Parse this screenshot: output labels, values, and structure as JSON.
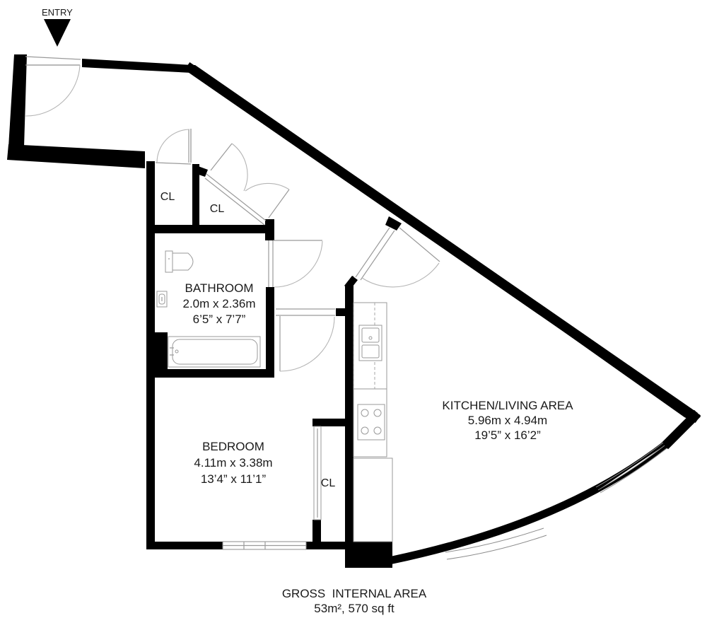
{
  "entry": {
    "label": "ENTRY"
  },
  "rooms": {
    "kitchen": {
      "name": "KITCHEN/LIVING AREA",
      "metric": "5.96m x 4.94m",
      "imperial": "19’5” x 16’2”"
    },
    "bathroom": {
      "name": "BATHROOM",
      "metric": "2.0m x 2.36m",
      "imperial": "6’5” x 7’7”"
    },
    "bedroom": {
      "name": "BEDROOM",
      "metric": "4.11m x 3.38m",
      "imperial": "13’4” x 11’1”"
    },
    "closet_1": {
      "name": "CL"
    },
    "closet_2": {
      "name": "CL"
    },
    "closet_3": {
      "name": "CL"
    }
  },
  "footer": {
    "title": "GROSS  INTERNAL AREA",
    "area": "53m², 570 sq ft"
  },
  "colors": {
    "wall": "#000000",
    "fixture_line": "#9a9a9a",
    "text": "#1a1a1a",
    "background": "#ffffff"
  }
}
